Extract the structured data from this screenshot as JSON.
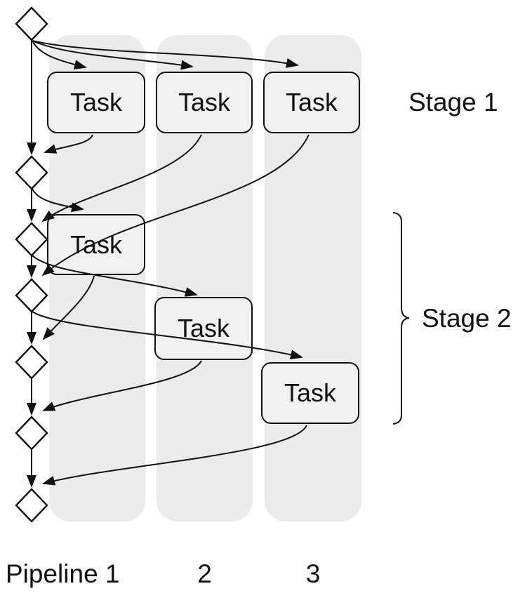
{
  "figure": {
    "type": "pipeline-stage-scheduling-diagram",
    "stage_labels": [
      "Stage 1",
      "Stage 2"
    ],
    "pipeline_labels": [
      "Pipeline 1",
      "2",
      "3"
    ],
    "tasks": [
      {
        "label": "Task",
        "stage": "Stage 1",
        "pipeline": "1"
      },
      {
        "label": "Task",
        "stage": "Stage 1",
        "pipeline": "2"
      },
      {
        "label": "Task",
        "stage": "Stage 1",
        "pipeline": "3"
      },
      {
        "label": "Task",
        "stage": "Stage 2",
        "pipeline": "1"
      },
      {
        "label": "Task",
        "stage": "Stage 2",
        "pipeline": "2"
      },
      {
        "label": "Task",
        "stage": "Stage 2",
        "pipeline": "3"
      }
    ],
    "sync_diamond_count": 7,
    "stage2_brace": "curly-brace-right",
    "colors": {
      "background": "#ffffff",
      "lane_fill": "#ebebeb",
      "task_fill": "#f1f1f1",
      "stroke": "#111111"
    }
  }
}
